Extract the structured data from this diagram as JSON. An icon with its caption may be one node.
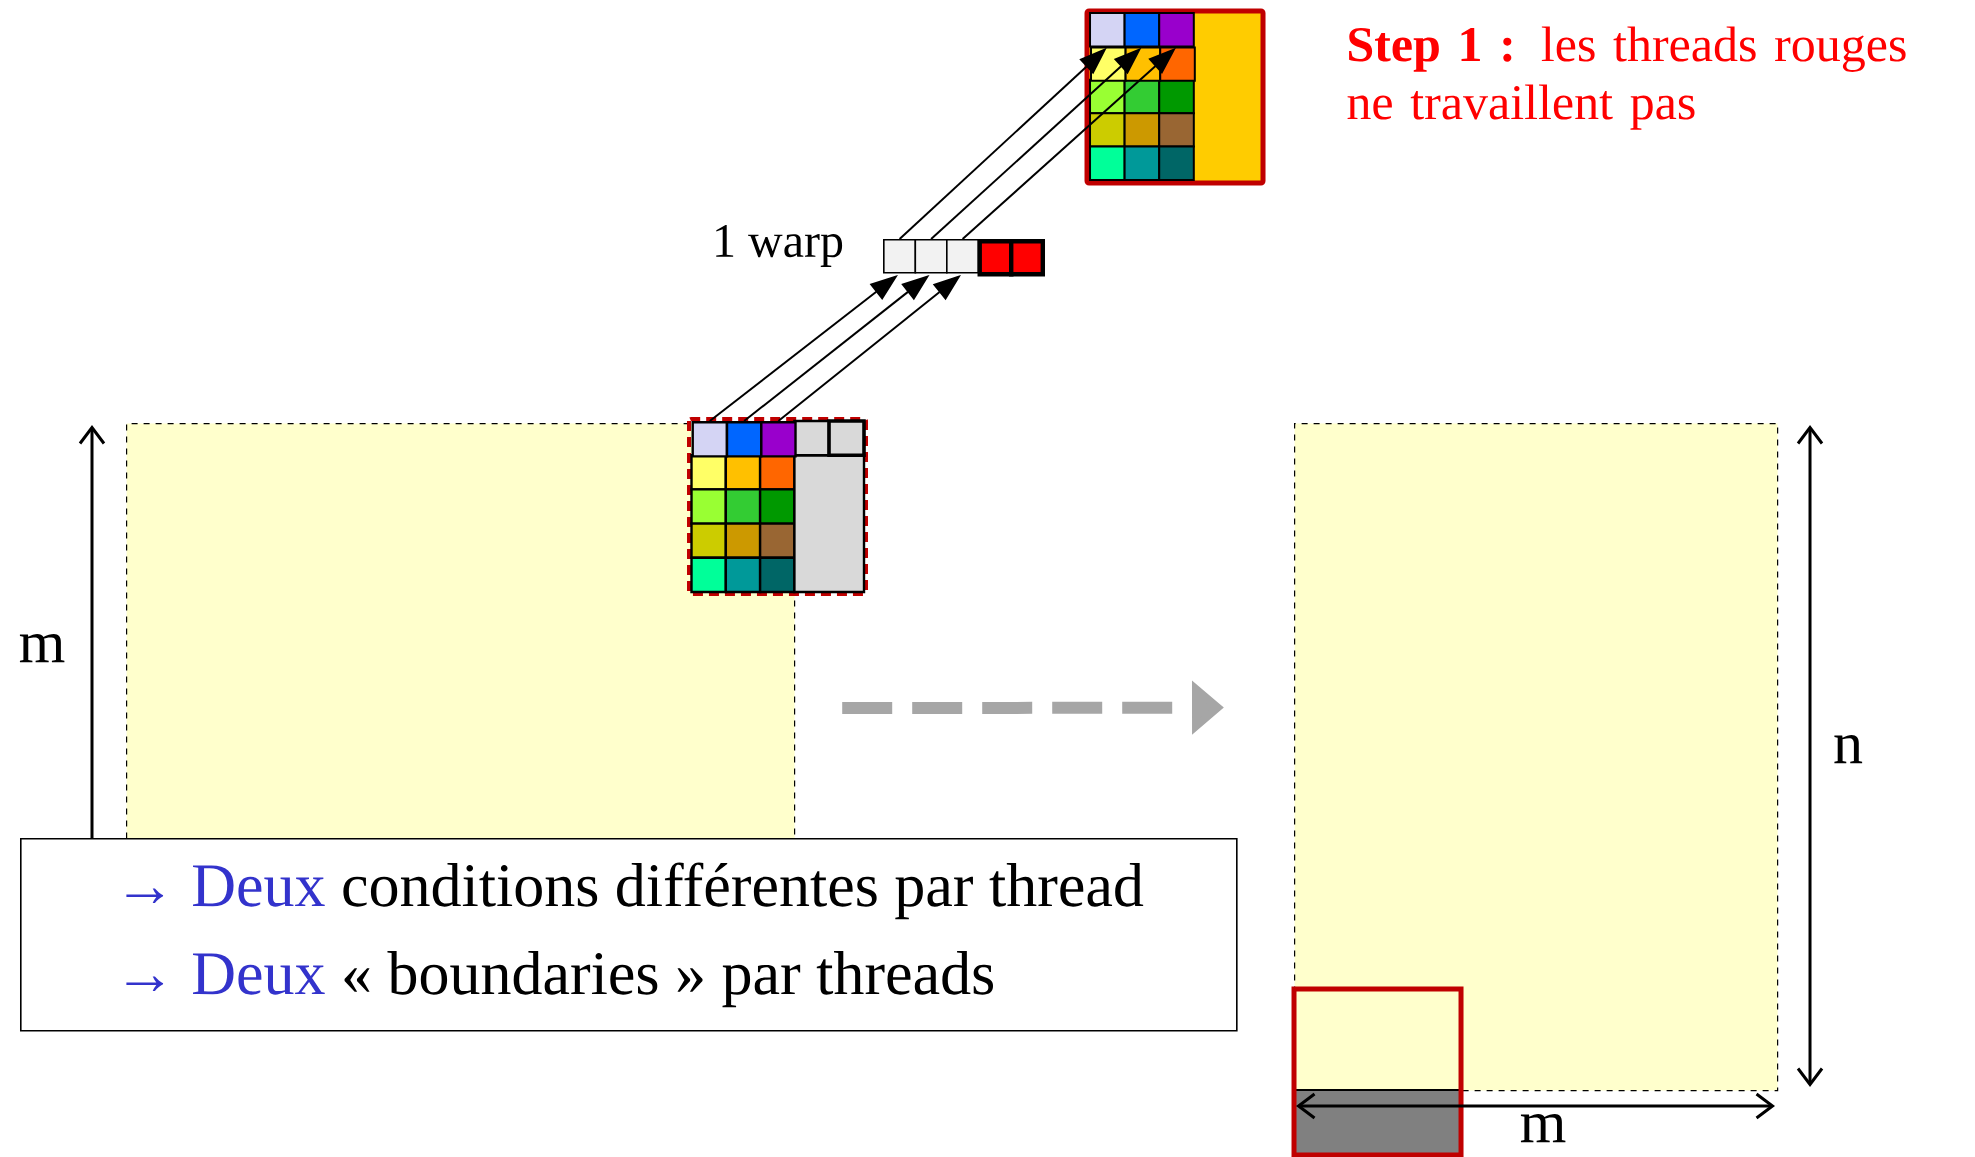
{
  "diagram": {
    "title": "**Step 1 :** les threads rouges ne travaillent pas",
    "nodes": [
      {
        "text": [],
        "shape": "box"
      },
      {
        "text": [],
        "shape": "box"
      },
      {
        "text": [],
        "shape": "box"
      },
      {
        "text": [],
        "shape": "box"
      },
      {
        "text": [],
        "shape": "box"
      },
      {
        "text": [],
        "shape": "box"
      },
      {
        "text": [],
        "shape": "box"
      },
      {
        "text": [],
        "shape": "box"
      },
      {
        "text": [],
        "shape": "box",
        "in": 11
      },
      {
        "text": [],
        "shape": "box",
        "in": 11
      },
      {
        "text": [],
        "shape": "box",
        "in": 11
      },
      {
        "text": [],
        "shape": "box"
      },
      {
        "text": [],
        "shape": "box"
      },
      {
        "text": [
          "→ Deux",
          "conditions différentes par thread",
          "→ Deux",
          "« boundaries » par threads"
        ]
      }
    ],
    "edges": [
      {
        "from": 8,
        "to": 3,
        "arrow": "to"
      },
      {
        "from": 9,
        "to": 4,
        "arrow": "to"
      },
      {
        "from": 10,
        "to": 5,
        "arrow": "to"
      },
      {
        "from": 3,
        "to": 0,
        "arrow": "to"
      },
      {
        "from": 4,
        "to": 1,
        "arrow": "to"
      },
      {
        "from": 5,
        "to": 2,
        "arrow": "to"
      },
      {
        "from": 11,
        "to": 12,
        "arrow": "to",
        "style": "dashed",
        "color": "#a6a6a6"
      }
    ],
    "labels": [
      "1 warp",
      "m",
      "n",
      "m"
    ]
  }
}
